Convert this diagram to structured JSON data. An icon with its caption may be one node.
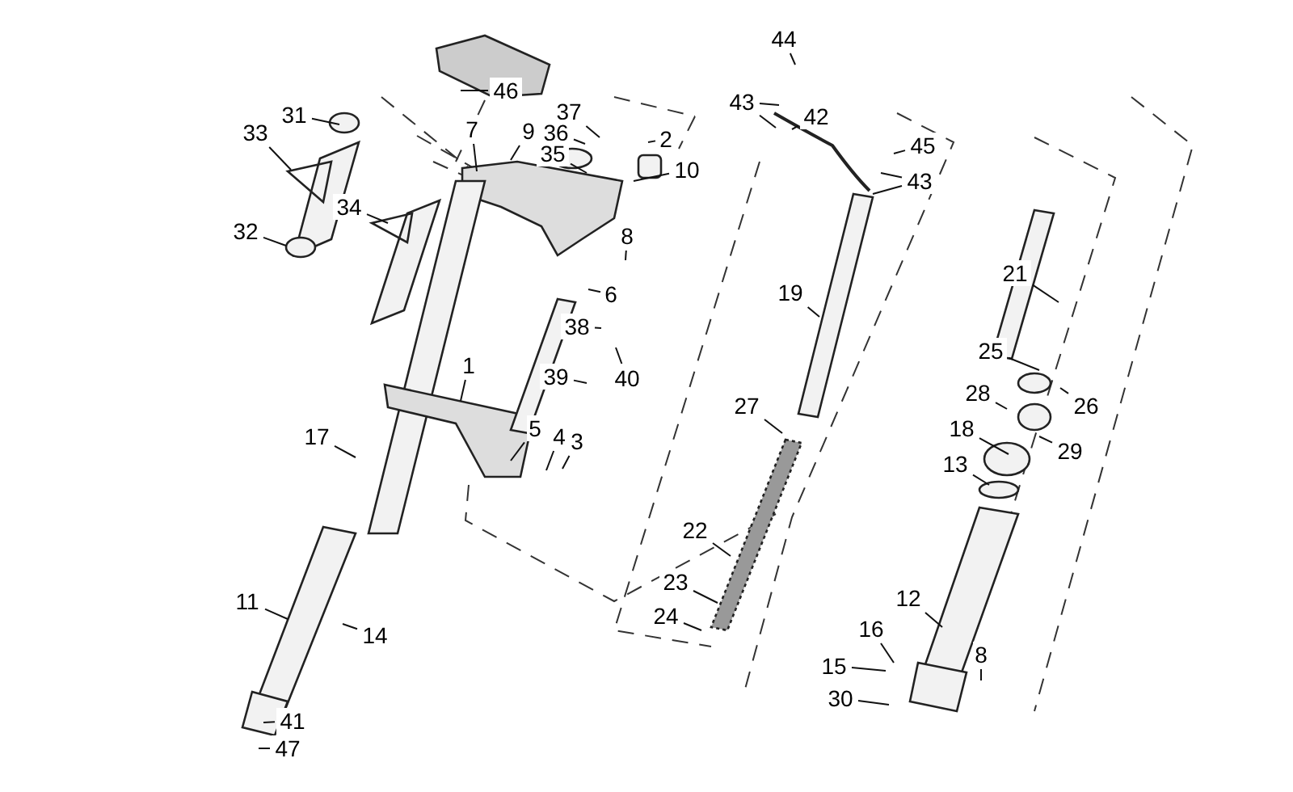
{
  "diagram": {
    "nodes": [
      {
        "text": [
          "44"
        ]
      },
      {
        "text": [
          "46"
        ]
      },
      {
        "text": [
          "43"
        ]
      },
      {
        "text": [
          "42"
        ]
      },
      {
        "text": [
          "31"
        ]
      },
      {
        "text": [
          "37"
        ]
      },
      {
        "text": [
          "2"
        ]
      },
      {
        "text": [
          "45"
        ]
      },
      {
        "text": [
          "7"
        ]
      },
      {
        "text": [
          "9"
        ]
      },
      {
        "text": [
          "36"
        ]
      },
      {
        "text": [
          "33"
        ]
      },
      {
        "text": [
          "35"
        ]
      },
      {
        "text": [
          "10"
        ]
      },
      {
        "text": [
          "43"
        ]
      },
      {
        "text": [
          "34"
        ]
      },
      {
        "text": [
          "32"
        ]
      },
      {
        "text": [
          "8"
        ]
      },
      {
        "text": [
          "21"
        ]
      },
      {
        "text": [
          "19"
        ]
      },
      {
        "text": [
          "6"
        ]
      },
      {
        "text": [
          "38"
        ]
      },
      {
        "text": [
          "25"
        ]
      },
      {
        "text": [
          "1"
        ]
      },
      {
        "text": [
          "39"
        ]
      },
      {
        "text": [
          "40"
        ]
      },
      {
        "text": [
          "28"
        ]
      },
      {
        "text": [
          "27"
        ]
      },
      {
        "text": [
          "26"
        ]
      },
      {
        "text": [
          "18"
        ]
      },
      {
        "text": [
          "5"
        ]
      },
      {
        "text": [
          "4"
        ]
      },
      {
        "text": [
          "3"
        ]
      },
      {
        "text": [
          "17"
        ]
      },
      {
        "text": [
          "29"
        ]
      },
      {
        "text": [
          "13"
        ]
      },
      {
        "text": [
          "22"
        ]
      },
      {
        "text": [
          "23"
        ]
      },
      {
        "text": [
          "12"
        ]
      },
      {
        "text": [
          "11"
        ]
      },
      {
        "text": [
          "24"
        ]
      },
      {
        "text": [
          "14"
        ]
      },
      {
        "text": [
          "16"
        ]
      },
      {
        "text": [
          "8"
        ]
      },
      {
        "text": [
          "15"
        ]
      },
      {
        "text": [
          "30"
        ]
      },
      {
        "text": [
          "41"
        ]
      },
      {
        "text": [
          "47"
        ]
      }
    ],
    "edges": [
      {
        "from": 0,
        "to": null,
        "arrow": "none"
      },
      {
        "from": 1,
        "to": null,
        "arrow": "none"
      },
      {
        "from": 2,
        "to": null,
        "arrow": "none"
      },
      {
        "from": 2,
        "to": null,
        "arrow": "none"
      },
      {
        "from": 3,
        "to": null,
        "arrow": "none"
      },
      {
        "from": 4,
        "to": null,
        "arrow": "none"
      },
      {
        "from": 5,
        "to": null,
        "arrow": "none"
      },
      {
        "from": 6,
        "to": null,
        "arrow": "none"
      },
      {
        "from": 7,
        "to": null,
        "arrow": "none"
      },
      {
        "from": 8,
        "to": null,
        "arrow": "none"
      },
      {
        "from": 9,
        "to": null,
        "arrow": "none"
      },
      {
        "from": 10,
        "to": null,
        "arrow": "none"
      },
      {
        "from": 11,
        "to": null,
        "arrow": "none"
      },
      {
        "from": 12,
        "to": null,
        "arrow": "none"
      },
      {
        "from": 13,
        "to": null,
        "arrow": "none"
      },
      {
        "from": 14,
        "to": null,
        "arrow": "none"
      },
      {
        "from": 14,
        "to": null,
        "arrow": "none"
      },
      {
        "from": 15,
        "to": null,
        "arrow": "none"
      },
      {
        "from": 16,
        "to": null,
        "arrow": "none"
      },
      {
        "from": 17,
        "to": null,
        "arrow": "none"
      },
      {
        "from": 18,
        "to": null,
        "arrow": "none"
      },
      {
        "from": 19,
        "to": null,
        "arrow": "none"
      },
      {
        "from": 20,
        "to": null,
        "arrow": "none"
      },
      {
        "from": 21,
        "to": null,
        "arrow": "none"
      },
      {
        "from": 22,
        "to": null,
        "arrow": "none"
      },
      {
        "from": 23,
        "to": null,
        "arrow": "none"
      },
      {
        "from": 24,
        "to": null,
        "arrow": "none"
      },
      {
        "from": 25,
        "to": null,
        "arrow": "none"
      },
      {
        "from": 26,
        "to": null,
        "arrow": "none"
      },
      {
        "from": 27,
        "to": null,
        "arrow": "none"
      },
      {
        "from": 28,
        "to": null,
        "arrow": "none"
      },
      {
        "from": 29,
        "to": null,
        "arrow": "none"
      },
      {
        "from": 30,
        "to": null,
        "arrow": "none"
      },
      {
        "from": 31,
        "to": null,
        "arrow": "none"
      },
      {
        "from": 32,
        "to": null,
        "arrow": "none"
      },
      {
        "from": 33,
        "to": null,
        "arrow": "none"
      },
      {
        "from": 34,
        "to": null,
        "arrow": "none"
      },
      {
        "from": 35,
        "to": null,
        "arrow": "none"
      },
      {
        "from": 36,
        "to": null,
        "arrow": "none"
      },
      {
        "from": 37,
        "to": null,
        "arrow": "none"
      },
      {
        "from": 38,
        "to": null,
        "arrow": "none"
      },
      {
        "from": 39,
        "to": null,
        "arrow": "none"
      },
      {
        "from": 40,
        "to": null,
        "arrow": "none"
      },
      {
        "from": 41,
        "to": null,
        "arrow": "none"
      },
      {
        "from": 42,
        "to": null,
        "arrow": "none"
      },
      {
        "from": 43,
        "to": null,
        "arrow": "none"
      },
      {
        "from": 44,
        "to": null,
        "arrow": "none"
      },
      {
        "from": 45,
        "to": null,
        "arrow": "none"
      },
      {
        "from": 46,
        "to": null,
        "arrow": "none"
      },
      {
        "from": 47,
        "to": null,
        "arrow": "none"
      }
    ]
  }
}
